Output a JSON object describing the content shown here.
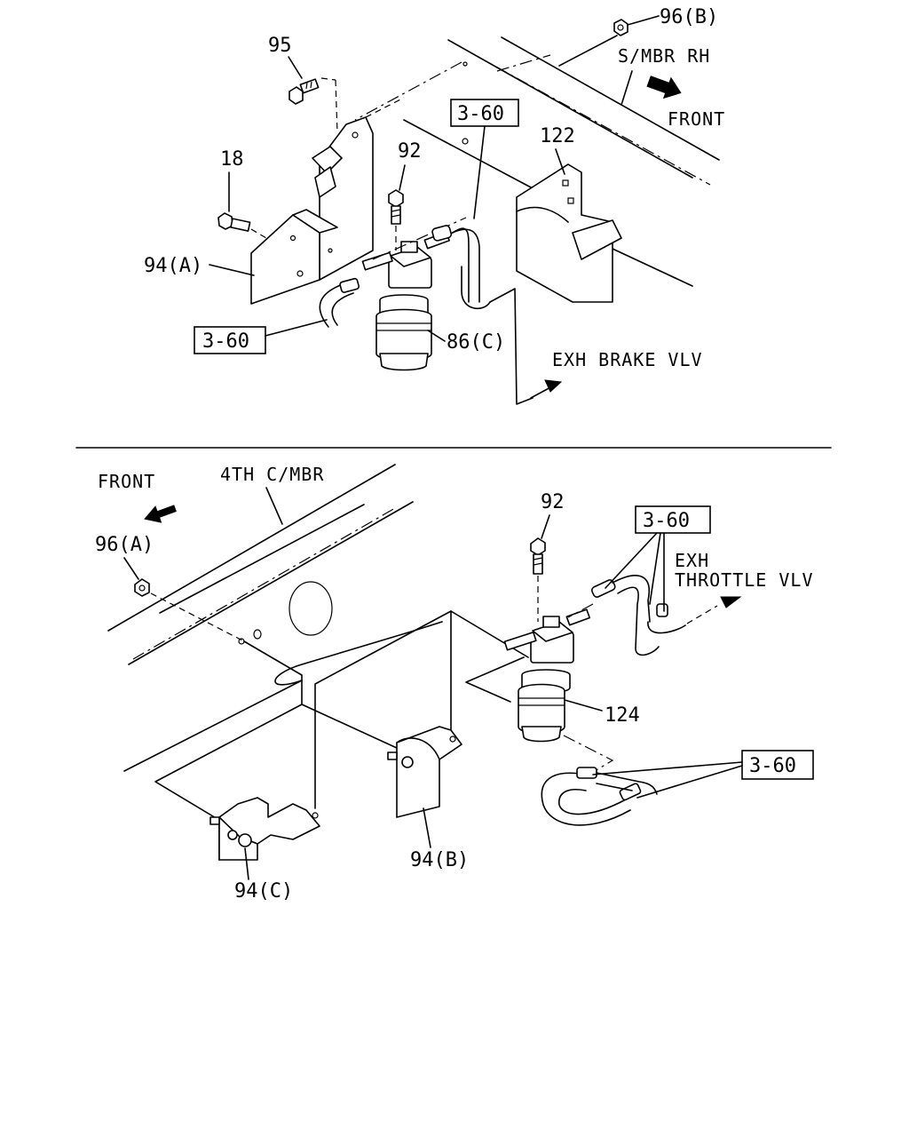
{
  "callouts": {
    "top_96b": "96(B)",
    "top_95": "95",
    "top_18": "18",
    "top_92": "92",
    "top_122": "122",
    "top_94a": "94(A)",
    "top_86c": "86(C)",
    "top_ref_a": "3-60",
    "top_ref_b": "3-60",
    "bot_92": "92",
    "bot_96a": "96(A)",
    "bot_124": "124",
    "bot_94b": "94(B)",
    "bot_94c": "94(C)",
    "bot_ref_a": "3-60",
    "bot_ref_b": "3-60"
  },
  "captions": {
    "smbr_rh": "S/MBR RH",
    "front_top": "FRONT",
    "exh_brake": "EXH BRAKE VLV",
    "front_bottom": "FRONT",
    "fourth_cmbr": "4TH C/MBR",
    "exh_line1": "EXH",
    "exh_line2": "THROTTLE VLV"
  },
  "colors": {
    "ink": "#000000",
    "paper": "#ffffff"
  }
}
